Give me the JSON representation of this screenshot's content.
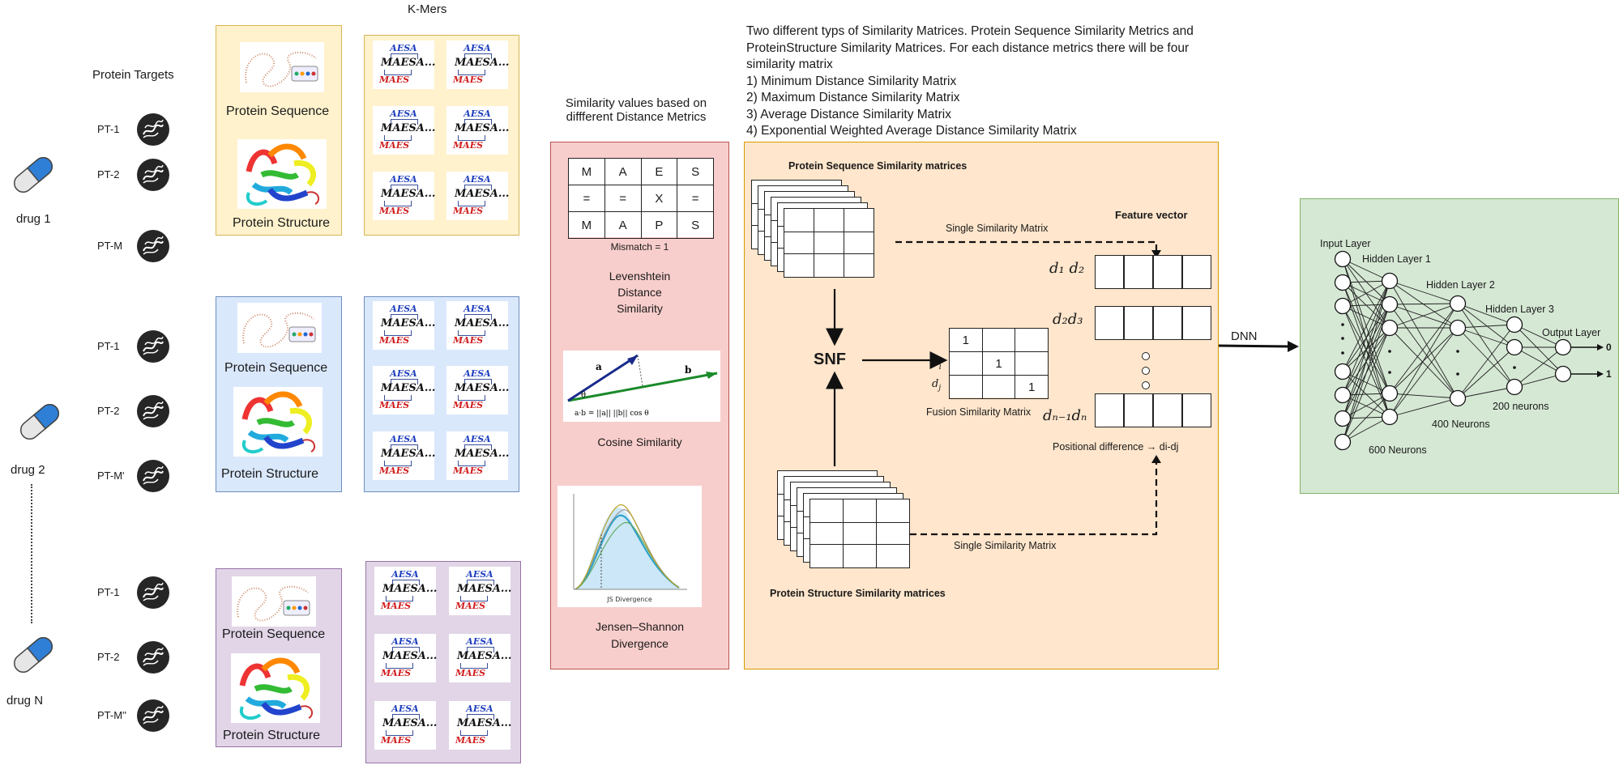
{
  "drugs": [
    {
      "label": "drug 1"
    },
    {
      "label": "drug 2"
    },
    {
      "label": "drug N"
    }
  ],
  "protein_targets_title": "Protein Targets",
  "targets_group1": [
    "PT-1",
    "PT-2",
    "PT-M"
  ],
  "targets_group2": [
    "PT-1",
    "PT-2",
    "PT-M'"
  ],
  "targets_group3": [
    "PT-1",
    "PT-2",
    "PT-M''"
  ],
  "protein_box": {
    "sequence_label": "Protein Sequence",
    "structure_label": "Protein Structure"
  },
  "kmers": {
    "title": "K-Mers",
    "top": "AESA",
    "mid": "MAESA...",
    "bot": "MAES"
  },
  "distance": {
    "title_line1": "Similarity values based on",
    "title_line2": "diffferent Distance Metrics",
    "lev_row1": [
      "M",
      "A",
      "E",
      "S"
    ],
    "lev_row2": [
      "=",
      "=",
      "X",
      "="
    ],
    "lev_row3": [
      "M",
      "A",
      "P",
      "S"
    ],
    "mismatch": "Mismatch = 1",
    "lev_label_1": "Levenshtein",
    "lev_label_2": "Distance",
    "lev_label_3": "Similarity",
    "cos_label": "Cosine Similarity",
    "js_axis": "JS Divergence",
    "js_label_1": "Jensen–Shannon",
    "js_label_2": "Divergence"
  },
  "description": {
    "line1": "Two different typs of Similarity Matrices. Protein Sequence Similarity Metrics and",
    "line2": "ProteinStructure Similarity Matrices. For each distance metrics there will be four",
    "line3": "similarity matrix",
    "line4": "1) Minimum Distance Similarity Matrix",
    "line5": "2) Maximum Distance Similarity Matrix",
    "line6": "3) Average Distance Similarity Matrix",
    "line7": "4) Exponential Weighted Average Distance Similarity Matrix"
  },
  "fusion": {
    "seq_title": "Protein Sequence Similarity matrices",
    "struct_title": "Protein Structure Similarity matrices",
    "single_top": "Single Similarity Matrix",
    "single_bottom": "Single Similarity Matrix",
    "snf": "SNF",
    "feature_vector": "Feature vector",
    "fusion_label": "Fusion Similarity Matrix",
    "diag_one": "1",
    "positional": "Positional difference → di-dj",
    "di": "d",
    "di_sub": "i",
    "dj": "d",
    "dj_sub": "j",
    "fv1": "d₁  d₂",
    "fv2": "d₂d₃",
    "fv3": "dₙ₋₁dₙ"
  },
  "dnn": {
    "label": "DNN",
    "input_layer": "Input Layer",
    "hidden1": "Hidden Layer 1",
    "hidden2": "Hidden Layer 2",
    "hidden3": "Hidden Layer 3",
    "output_layer": "Output Layer",
    "n600": "600 Neurons",
    "n400": "400 Neurons",
    "n200": "200 neurons",
    "out0": "0",
    "out1": "1"
  }
}
